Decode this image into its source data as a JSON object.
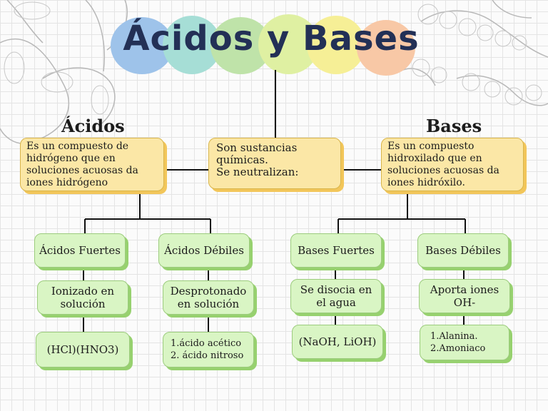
{
  "title": "Ácidos y Bases",
  "headings": {
    "acids": "Ácidos",
    "bases": "Bases"
  },
  "center_box": {
    "lines": "Son sustancias\nquímicas.\nSe neutralizan:"
  },
  "acids_box": {
    "lines": "Es un compuesto de\nhidrógeno que en\nsoluciones acuosas da\niones hidrógeno"
  },
  "bases_box": {
    "lines": "Es un compuesto\nhidroxilado que en\nsoluciones acuosas da\niones hidróxilo."
  },
  "strong_acids": {
    "label": "Ácidos Fuertes",
    "desc": "Ionizado en\nsolución",
    "examples": "(HCl)(HNO3)"
  },
  "weak_acids": {
    "label": "Ácidos Débiles",
    "desc": "Desprotonado\nen solución",
    "examples": "1.ácido acético\n2. ácido nitroso"
  },
  "strong_bases": {
    "label": "Bases Fuertes",
    "desc": "Se disocia en\nel agua",
    "examples": "(NaOH, LiOH)"
  },
  "weak_bases": {
    "label": "Bases Débiles",
    "desc": "Aporta iones\nOH-",
    "examples": "1.Alanina.\n2.Amoniaco"
  },
  "colors": {
    "title": "#233056",
    "yellow_fill": "#fbe7a6",
    "green_fill": "#d9f5c4",
    "blobs": [
      "#9ec3ea",
      "#a6ded6",
      "#bfe3a9",
      "#dff0a2",
      "#f6ef96",
      "#f8c8a6"
    ]
  }
}
